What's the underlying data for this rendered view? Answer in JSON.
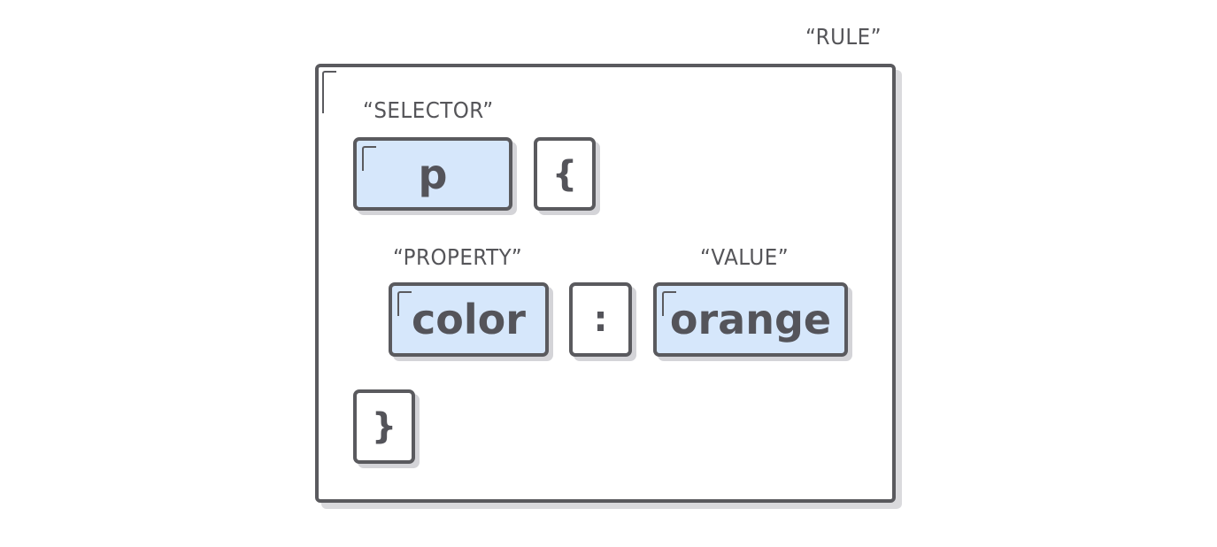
{
  "labels": {
    "rule": "“RULE”",
    "selector": "“SELECTOR”",
    "property": "“PROPERTY”",
    "value": "“VALUE”"
  },
  "tokens": {
    "selector": "p",
    "open_brace": "{",
    "property": "color",
    "colon": ":",
    "value": "orange",
    "close_brace": "}"
  },
  "colors": {
    "outline": "#5a5a5e",
    "tile_fill": "#d6e7fb",
    "text": "#54545a"
  }
}
